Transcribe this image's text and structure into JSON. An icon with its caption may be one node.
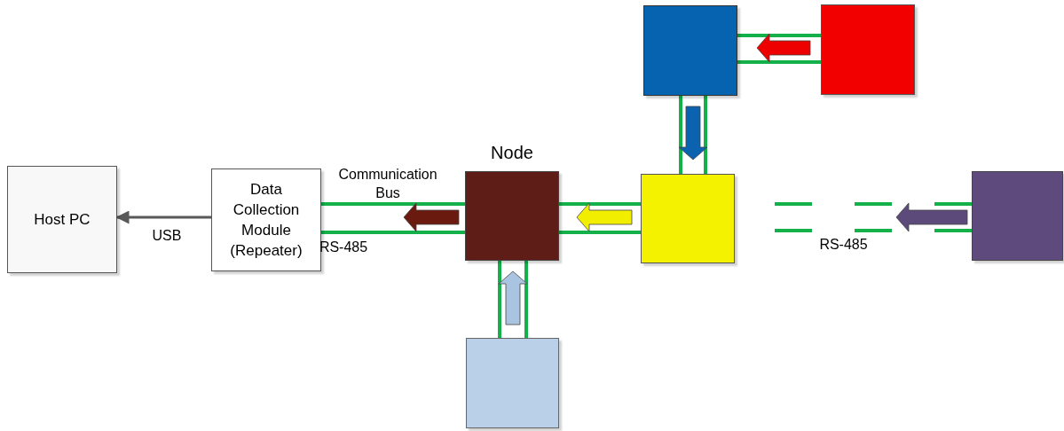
{
  "diagram": {
    "nodes": [
      {
        "text": [
          "Host PC"
        ]
      },
      {
        "text": [
          "Data Collection Module (Repeater)"
        ]
      },
      {
        "text": [],
        "shape": "box",
        "beside": [
          "Node"
        ]
      },
      {
        "text": [],
        "shape": "box"
      },
      {
        "text": [],
        "shape": "box"
      },
      {
        "text": [],
        "shape": "box"
      },
      {
        "text": [],
        "shape": "box"
      },
      {
        "text": [],
        "shape": "box"
      }
    ],
    "edges": [
      {
        "from": 1,
        "to": 0,
        "arrow": "to",
        "label": "USB",
        "color": "#595959"
      },
      {
        "from": 2,
        "to": 1,
        "arrow": "none",
        "label": "Communication Bus"
      },
      {
        "from": 2,
        "to": 1,
        "arrow": "none",
        "label": "RS-485"
      },
      {
        "from": 3,
        "to": 2,
        "arrow": "none"
      },
      {
        "from": 3,
        "to": 2,
        "arrow": "none"
      },
      {
        "from": 4,
        "to": 3,
        "arrow": "none"
      },
      {
        "from": 4,
        "to": 3,
        "arrow": "none"
      },
      {
        "from": 5,
        "to": 4,
        "arrow": "none"
      },
      {
        "from": 5,
        "to": 4,
        "arrow": "none"
      },
      {
        "from": 6,
        "to": 3,
        "arrow": "none",
        "style": "dashed"
      },
      {
        "from": 6,
        "to": 3,
        "arrow": "none",
        "style": "dashed",
        "label": "RS-485"
      },
      {
        "from": 7,
        "to": 2,
        "arrow": "none"
      },
      {
        "from": 7,
        "to": 2,
        "arrow": "none"
      }
    ]
  }
}
